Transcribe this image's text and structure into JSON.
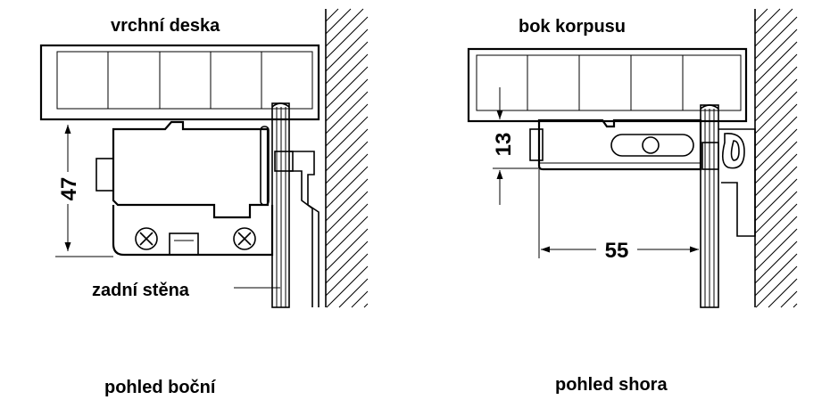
{
  "side_view": {
    "top_label": "vrchní deska",
    "back_label": "zadní stěna",
    "dimension": "47",
    "caption": "pohled boční"
  },
  "top_view": {
    "top_label": "bok korpusu",
    "dimension_small": "13",
    "dimension_wide": "55",
    "caption": "pohled shora"
  },
  "colors": {
    "line": "#000000",
    "device_fill": "#f2f2f2",
    "background": "#ffffff"
  }
}
